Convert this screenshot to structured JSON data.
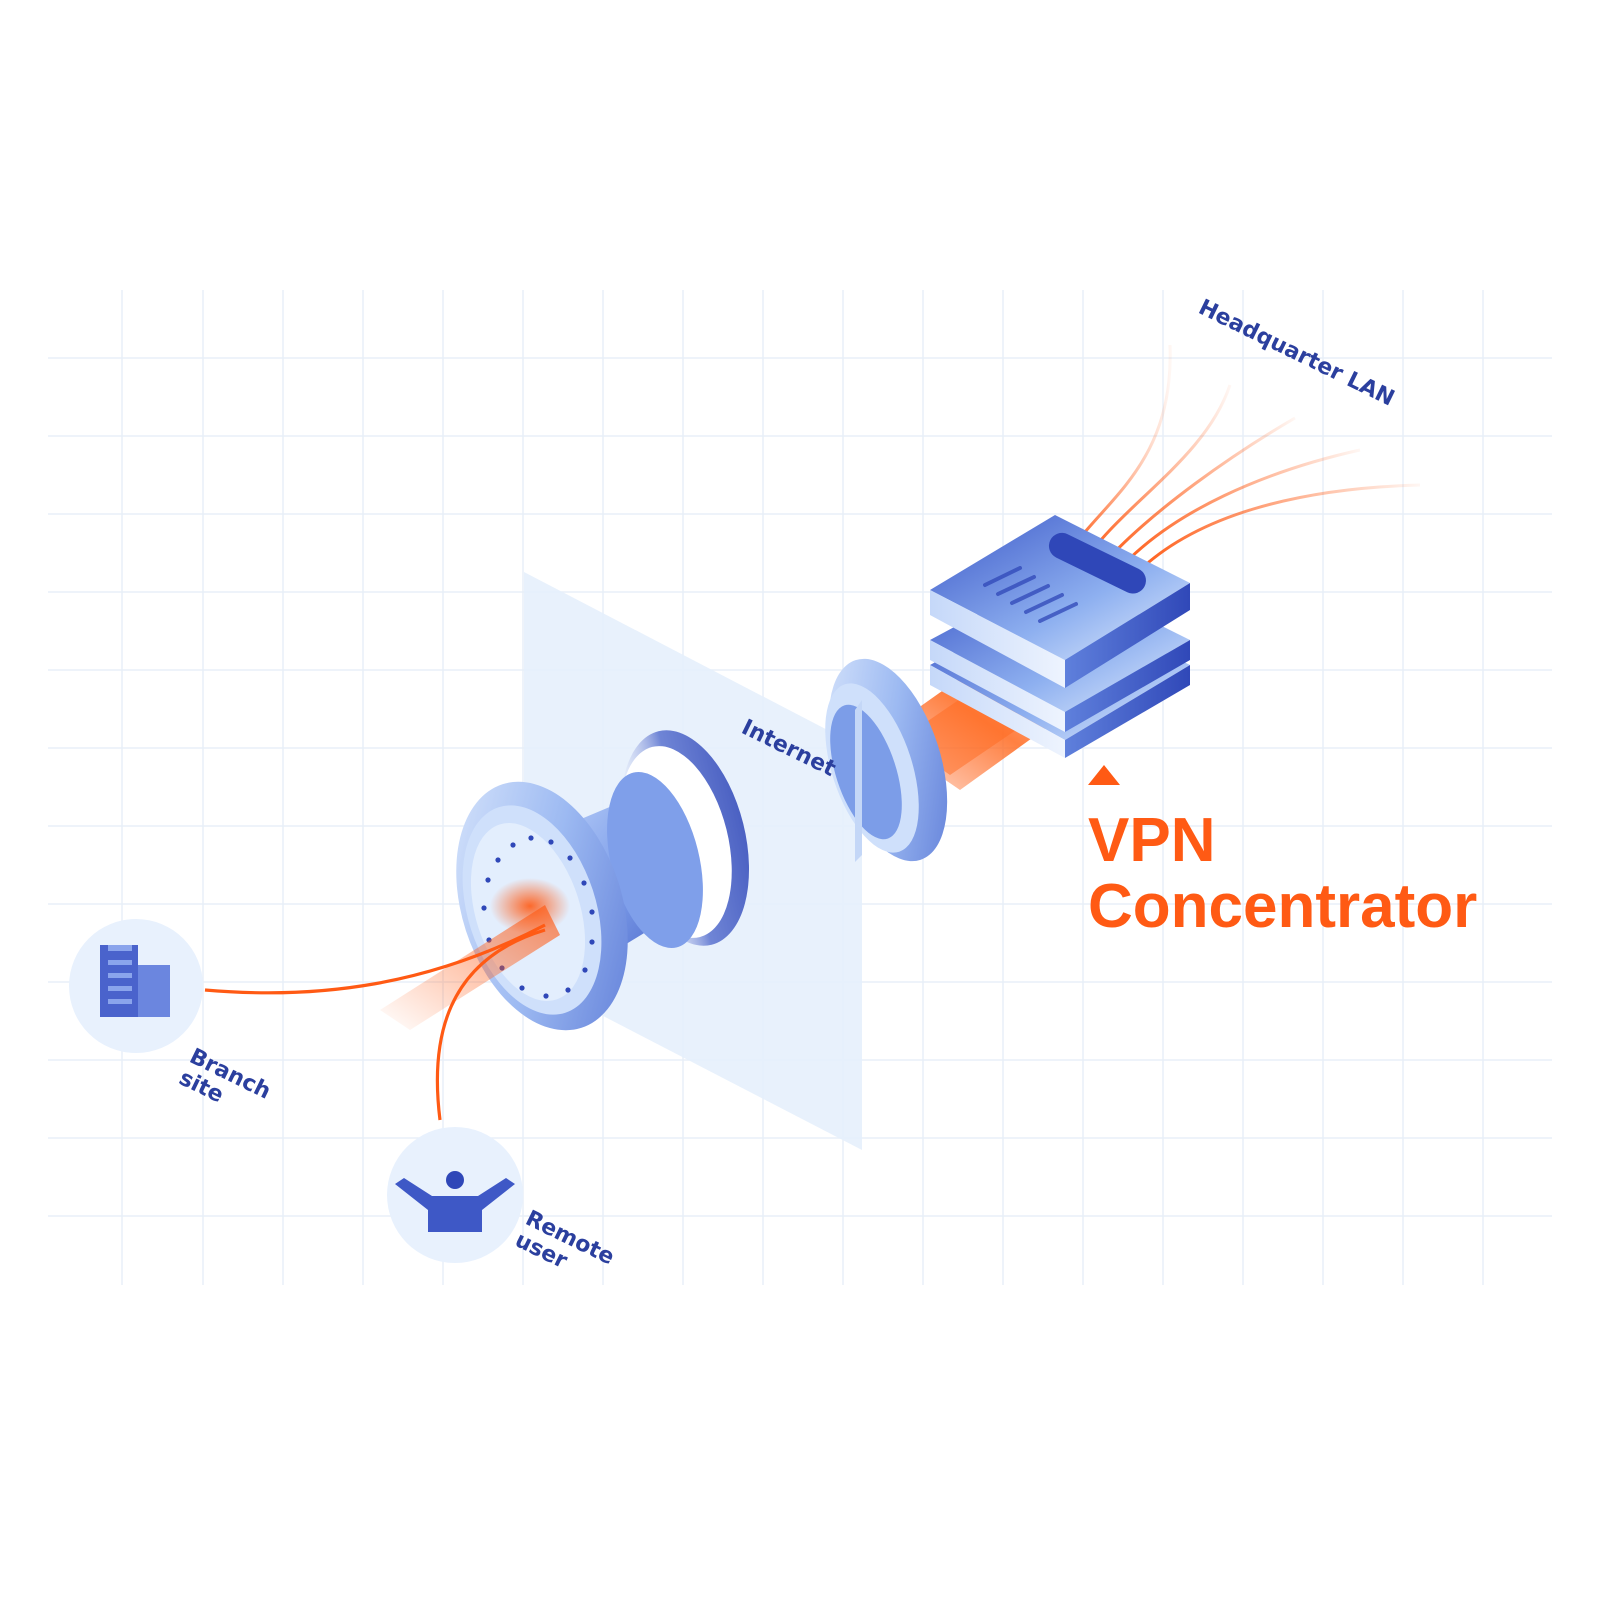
{
  "labels": {
    "headquarter_lan": "Headquarter LAN",
    "internet": "Internet",
    "branch_site": "Branch\nsite",
    "remote_user": "Remote\nuser",
    "vpn_concentrator": "VPN\nConcentrator"
  },
  "icons": {
    "branch": "building-icon",
    "remote": "person-icon",
    "concentrator": "server-stack-icon",
    "pointer": "triangle-up-icon"
  },
  "colors": {
    "accent": "#ff5a14",
    "label": "#2b3f9e",
    "device_dark": "#3b56c4",
    "device_light": "#c9dcfa",
    "panel": "#e9f2fd",
    "grid": "#e6eef8"
  }
}
